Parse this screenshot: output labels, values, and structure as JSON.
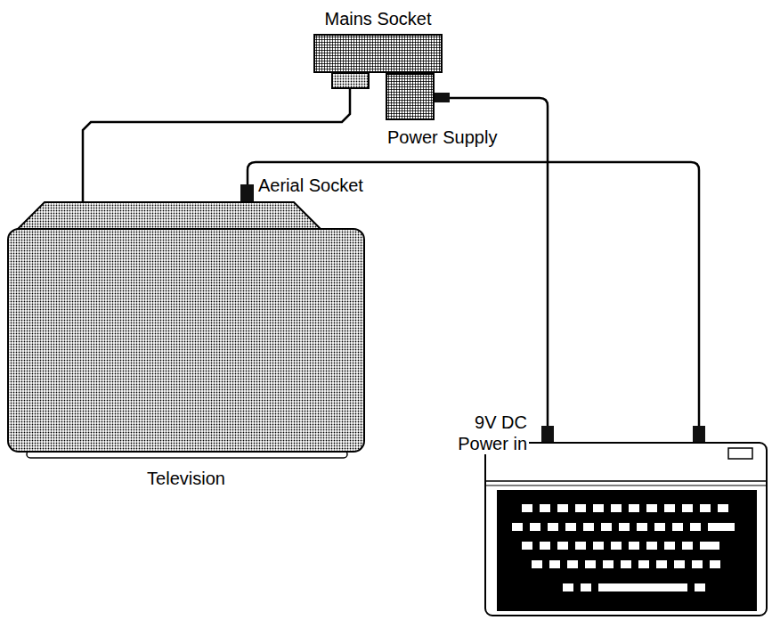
{
  "diagram": {
    "nodes": [
      {
        "text": [
          "Mains Socket"
        ]
      },
      {
        "text": [
          "Power Supply"
        ]
      },
      {
        "text": [
          "Television"
        ]
      }
    ],
    "edges": [
      {
        "from": 2,
        "to": 0,
        "arrow": "none"
      }
    ],
    "labels": [
      "Aerial Socket",
      "9V DC Power in"
    ]
  }
}
